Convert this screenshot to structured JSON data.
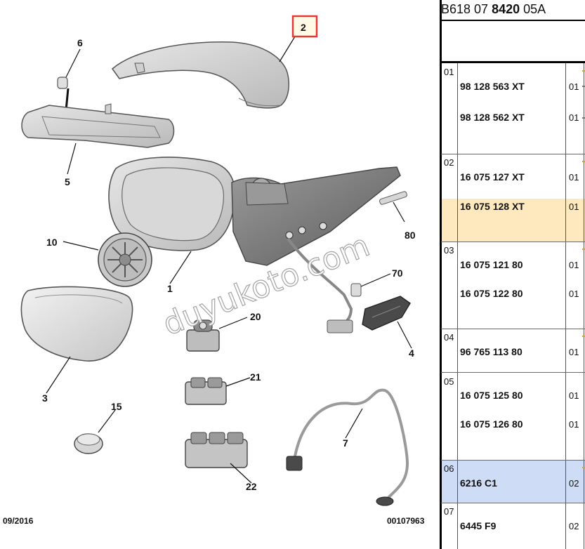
{
  "diagram": {
    "callouts": {
      "c2": "2",
      "c6": "6",
      "c5": "5",
      "c1": "1",
      "c10": "10",
      "c80": "80",
      "c70": "70",
      "c4": "4",
      "c20": "20",
      "c3": "3",
      "c21": "21",
      "c15": "15",
      "c7": "7",
      "c22": "22"
    },
    "highlighted_callout": "2",
    "watermark": "duyukoto.com",
    "footer_date": "09/2016",
    "footer_code": "00107963"
  },
  "parts_table": {
    "doc_ref": {
      "prefix": "B618 07 ",
      "bold": "8420",
      "suffix": " 05A"
    },
    "rows": [
      {
        "pos": "01",
        "items": [
          {
            "ref": "98 128 563 XT",
            "qty": "01"
          },
          {
            "ref": "98 128 562 XT",
            "qty": "01"
          }
        ]
      },
      {
        "pos": "02",
        "items": [
          {
            "ref": "16 075 127 XT",
            "qty": "01"
          },
          {
            "ref": "16 075 128 XT",
            "qty": "01"
          }
        ]
      },
      {
        "pos": "03",
        "items": [
          {
            "ref": "16 075 121 80",
            "qty": "01"
          },
          {
            "ref": "16 075 122 80",
            "qty": "01"
          }
        ]
      },
      {
        "pos": "04",
        "items": [
          {
            "ref": "96 765 113 80",
            "qty": "01"
          }
        ]
      },
      {
        "pos": "05",
        "items": [
          {
            "ref": "16 075 125 80",
            "qty": "01"
          },
          {
            "ref": "16 075 126 80",
            "qty": "01"
          }
        ]
      },
      {
        "pos": "06",
        "items": [
          {
            "ref": "6216 C1",
            "qty": "02"
          }
        ]
      },
      {
        "pos": "07",
        "items": [
          {
            "ref": "6445 F9",
            "qty": "02"
          }
        ]
      }
    ],
    "colors": {
      "highlight_row": "#fde9bd",
      "selected_row": "#cfdcf5",
      "callout_box": "#e53935"
    }
  }
}
